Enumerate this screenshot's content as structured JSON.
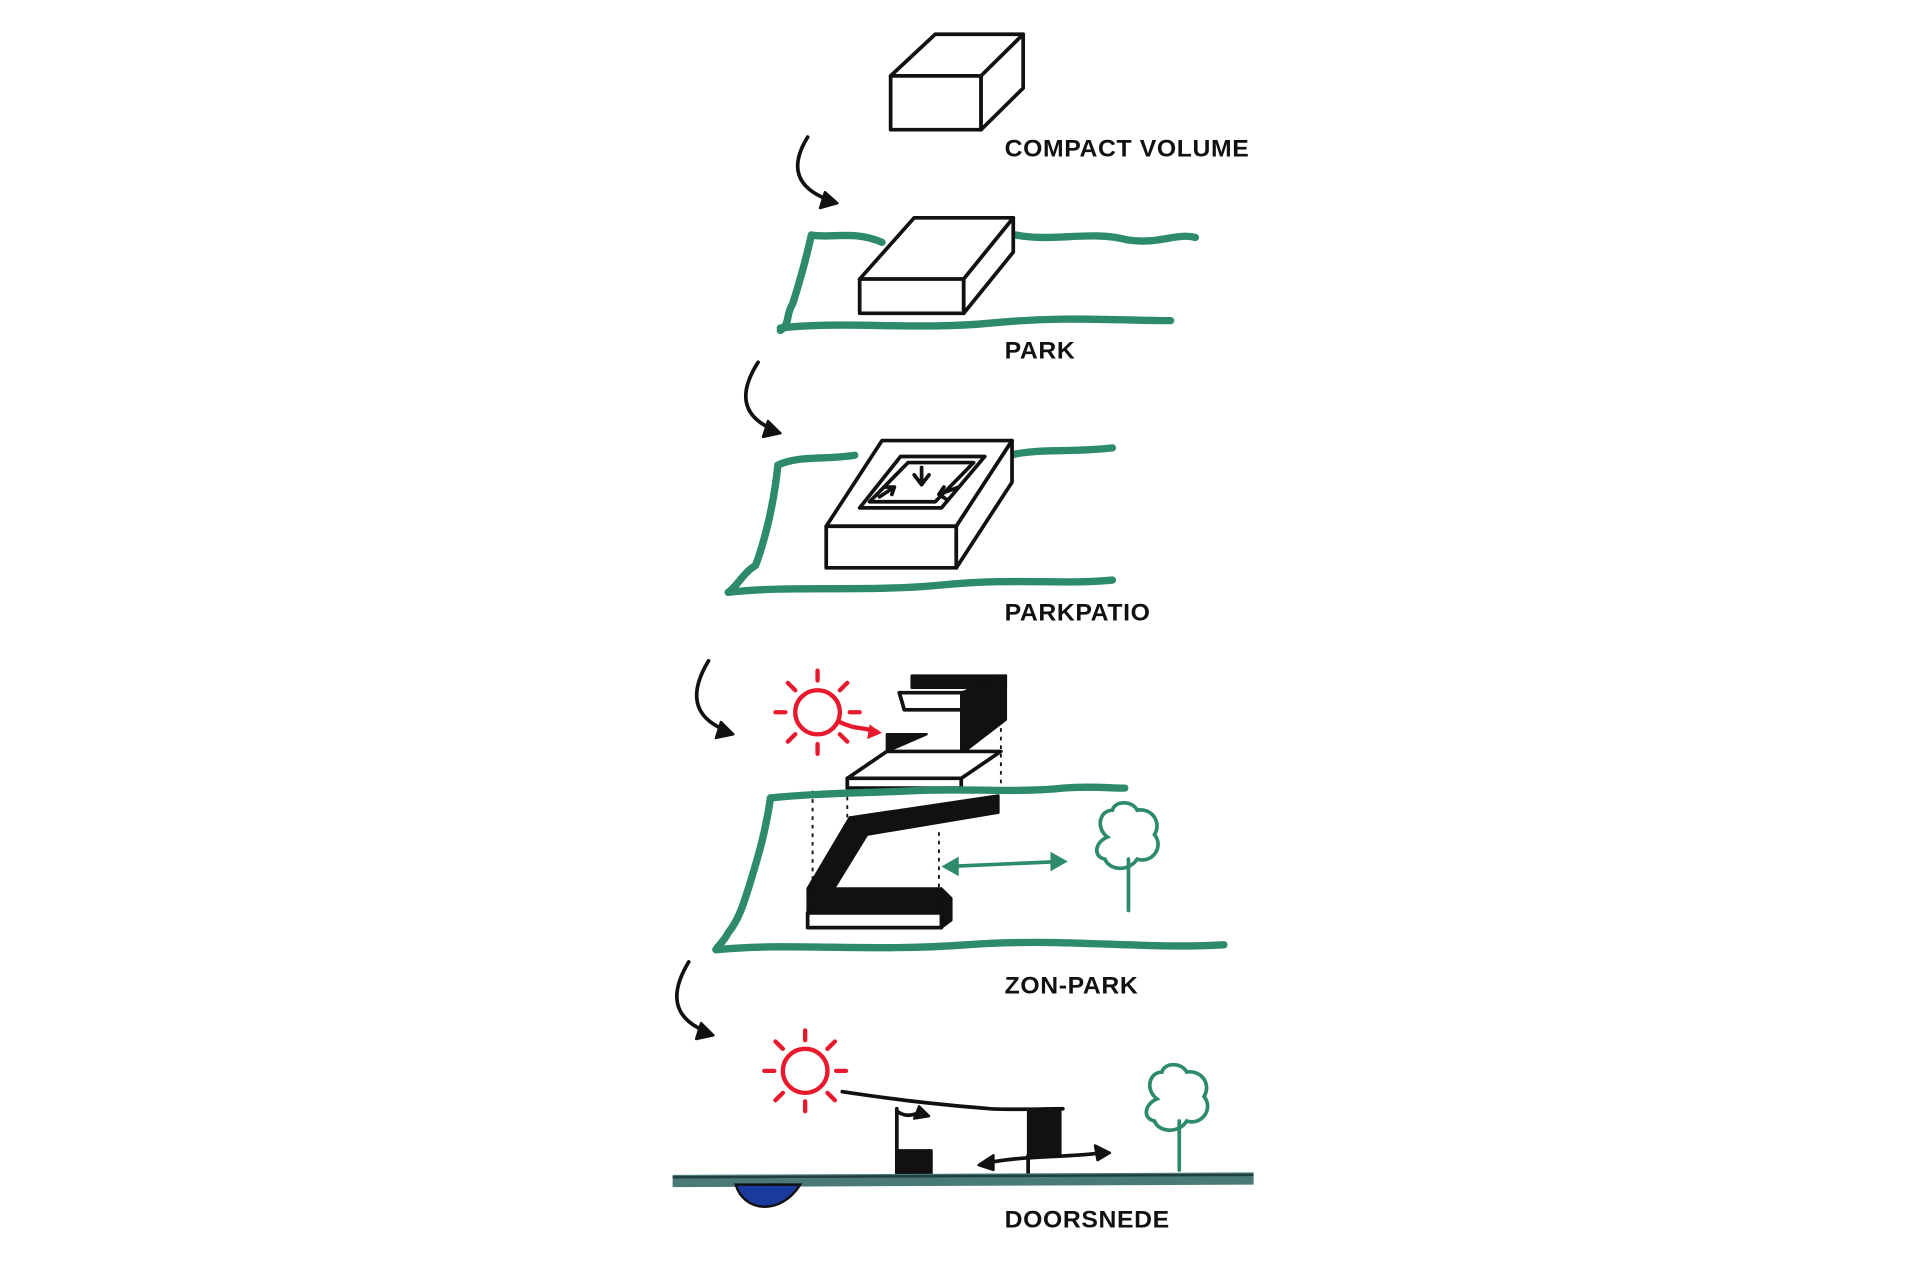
{
  "steps": [
    {
      "id": "compact",
      "label": "COMPACT VOLUME"
    },
    {
      "id": "park",
      "label": "PARK"
    },
    {
      "id": "parkpatio",
      "label": "PARKPATIO"
    },
    {
      "id": "zonpark",
      "label": "ZON-PARK"
    },
    {
      "id": "doorsnede",
      "label": "DOORSNEDE"
    }
  ],
  "colors": {
    "ink": "#111111",
    "park": "#2e8b6a",
    "sun": "#e8192c",
    "water": "#1a3a9e"
  },
  "icons": [
    "curved-arrow-icon",
    "sun-icon",
    "tree-icon",
    "double-arrow-icon"
  ]
}
